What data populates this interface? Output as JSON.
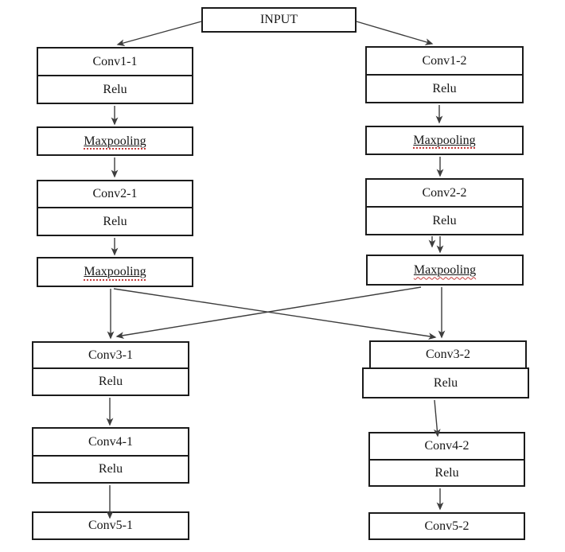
{
  "figure": {
    "type": "flowchart",
    "description_visible_text_only": true,
    "background": "#ffffff"
  },
  "colors": {
    "box_border": "#1b1b1b",
    "arrow": "#3d3d3d",
    "text": "#171717",
    "spellcheck_underline_red": "#c43c3c"
  },
  "nodes": {
    "input": "INPUT",
    "left": {
      "conv1": "Conv1-1",
      "relu1": "Relu",
      "maxpool1": "Maxpooling",
      "conv2": "Conv2-1",
      "relu2": "Relu",
      "maxpool2": "Maxpooling",
      "conv3": "Conv3-1",
      "relu3": "Relu",
      "conv4": "Conv4-1",
      "relu4": "Relu",
      "conv5": "Conv5-1"
    },
    "right": {
      "conv1": "Conv1-2",
      "relu1": "Relu",
      "maxpool1": "Maxpooling",
      "conv2": "Conv2-2",
      "relu2": "Relu",
      "maxpool2": "Maxpooling",
      "conv3": "Conv3-2",
      "relu3": "Relu",
      "conv4": "Conv4-2",
      "relu4": "Relu",
      "conv5": "Conv5-2"
    }
  }
}
